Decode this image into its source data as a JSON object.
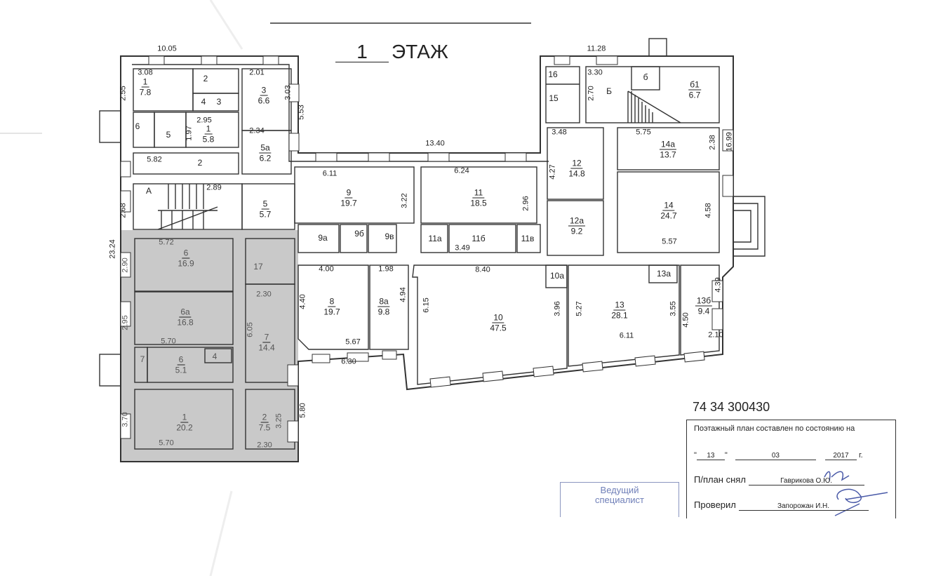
{
  "title": {
    "number": "1",
    "word": "ЭТАЖ"
  },
  "rooms": [
    {
      "num": "1",
      "area": "7.8"
    },
    {
      "num": "2",
      "area": ""
    },
    {
      "num": "4",
      "area": ""
    },
    {
      "num": "3",
      "area": ""
    },
    {
      "num": "3",
      "area": "6.6"
    },
    {
      "num": "6",
      "area": ""
    },
    {
      "num": "5",
      "area": ""
    },
    {
      "num": "1",
      "area": "5.8"
    },
    {
      "num": "2",
      "area": ""
    },
    {
      "num": "5а",
      "area": "6.2"
    },
    {
      "num": "А",
      "area": ""
    },
    {
      "num": "5",
      "area": "5.7"
    },
    {
      "num": "9",
      "area": "19.7"
    },
    {
      "num": "11",
      "area": "18.5"
    },
    {
      "num": "9а",
      "area": ""
    },
    {
      "num": "9б",
      "area": ""
    },
    {
      "num": "9в",
      "area": ""
    },
    {
      "num": "11а",
      "area": ""
    },
    {
      "num": "11б",
      "area": ""
    },
    {
      "num": "11в",
      "area": ""
    },
    {
      "num": "8",
      "area": "19.7"
    },
    {
      "num": "8а",
      "area": "9.8"
    },
    {
      "num": "10",
      "area": "47.5"
    },
    {
      "num": "10а",
      "area": ""
    },
    {
      "num": "13",
      "area": "28.1"
    },
    {
      "num": "13а",
      "area": ""
    },
    {
      "num": "13б",
      "area": "9.4"
    },
    {
      "num": "16",
      "area": ""
    },
    {
      "num": "15",
      "area": ""
    },
    {
      "num": "Б",
      "area": ""
    },
    {
      "num": "б",
      "area": ""
    },
    {
      "num": "б1",
      "area": "6.7"
    },
    {
      "num": "12",
      "area": "14.8"
    },
    {
      "num": "12а",
      "area": "9.2"
    },
    {
      "num": "14а",
      "area": "13.7"
    },
    {
      "num": "14",
      "area": "24.7"
    },
    {
      "num": "6",
      "area": "16.9"
    },
    {
      "num": "17",
      "area": ""
    },
    {
      "num": "6а",
      "area": "16.8"
    },
    {
      "num": "7",
      "area": "14.4"
    },
    {
      "num": "6",
      "area": "5.1"
    },
    {
      "num": "4",
      "area": ""
    },
    {
      "num": "7",
      "area": ""
    },
    {
      "num": "1",
      "area": "20.2"
    },
    {
      "num": "2",
      "area": "7.5"
    }
  ],
  "dimensions": [
    "10.05",
    "3.08",
    "2.55",
    "2.01",
    "3.03",
    "5.53",
    "2.95",
    "1.97",
    "2.34",
    "5.82",
    "2.89",
    "2.68",
    "13.40",
    "6.11",
    "3.22",
    "6.24",
    "2.96",
    "3.49",
    "4.00",
    "1.98",
    "4.40",
    "4.94",
    "5.67",
    "6.30",
    "8.40",
    "6.15",
    "3.96",
    "5.27",
    "6.11",
    "3.55",
    "4.50",
    "4.39",
    "2.10",
    "11.28",
    "3.30",
    "2.70",
    "3.48",
    "5.75",
    "2.38",
    "16.99",
    "4.27",
    "4.58",
    "5.57",
    "23.24",
    "5.72",
    "2.90",
    "2.30",
    "2.95",
    "6.05",
    "5.70",
    "3.70",
    "3.25",
    "5.70",
    "2.30",
    "5.80"
  ],
  "inventory_number": "74 34 300430",
  "stamp_box": {
    "line1": "Поэтажный план составлен по состоянию на",
    "day": "13",
    "month": "03",
    "year": "2017",
    "year_suffix": "г.",
    "quote_open": "\"",
    "quote_close": "\"",
    "taken_by_label": "П/план снял",
    "taken_by_name": "Гаврикова О.Ю.",
    "checked_by_label": "Проверил",
    "checked_by_name": "Запорожан И.Н."
  },
  "stamp": {
    "line1": "Ведущий",
    "line2": "специалист"
  },
  "colors": {
    "ink": "#222222",
    "highlight": "#c9c9c9",
    "stamp": "#6f7fb8"
  }
}
